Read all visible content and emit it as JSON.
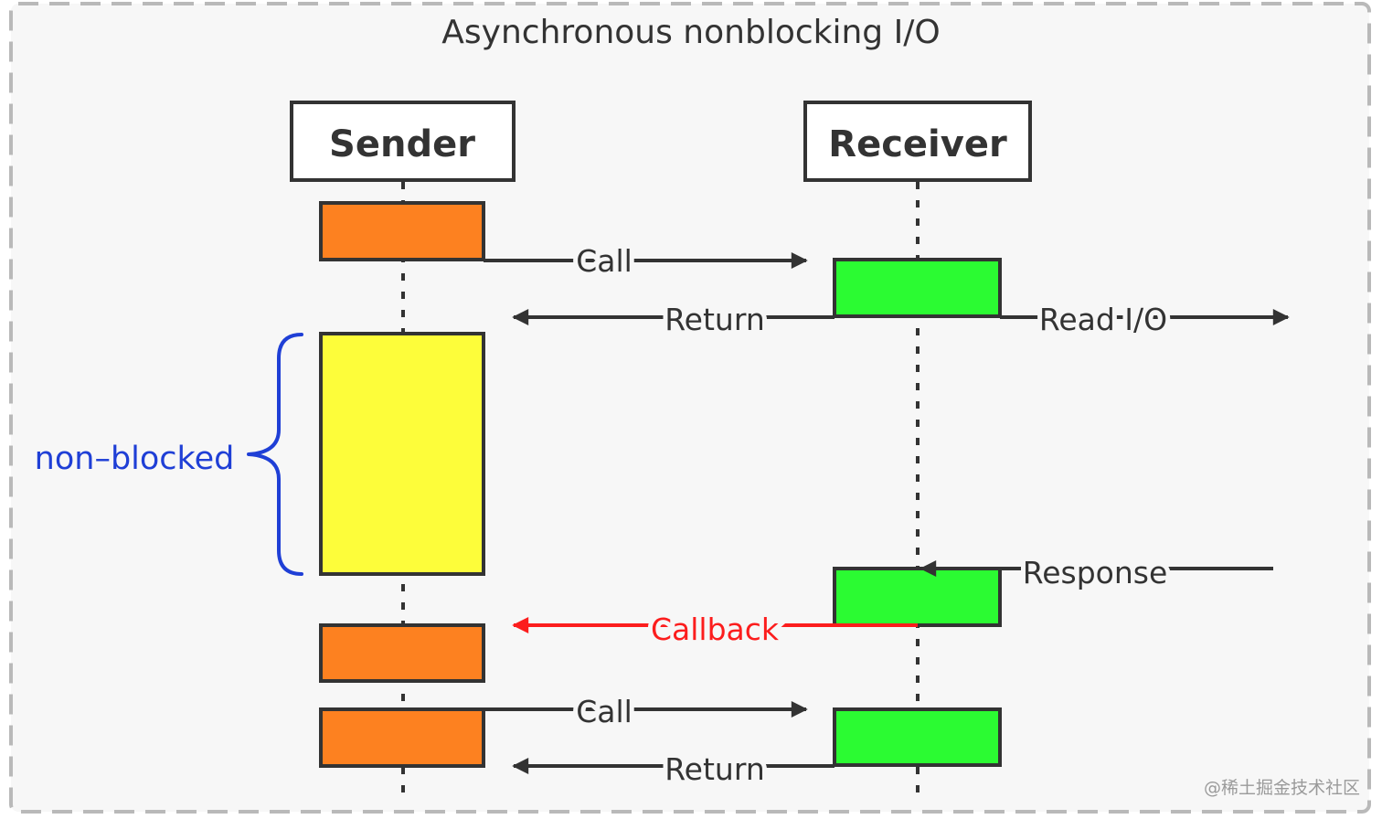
{
  "title": "Asynchronous nonblocking I/O",
  "participants": {
    "sender": "Sender",
    "receiver": "Receiver"
  },
  "messages": {
    "call_1": "Call",
    "return_1": "Return",
    "read_io": "Read I/O",
    "response": "Response",
    "callback": "Callback",
    "call_2": "Call",
    "return_2": "Return"
  },
  "annotation": {
    "non_blocked": "non–blocked"
  },
  "watermark": "@稀土掘金技术社区",
  "colors": {
    "sender_active": "#fd8120",
    "sender_nonblocked": "#fdfd3a",
    "receiver_active": "#2bfb32",
    "callback": "#fc1d1d",
    "brace": "#1f3fd6",
    "line": "#333333",
    "frame": "#b9b9b9",
    "frame_fill": "#f7f7f7"
  }
}
